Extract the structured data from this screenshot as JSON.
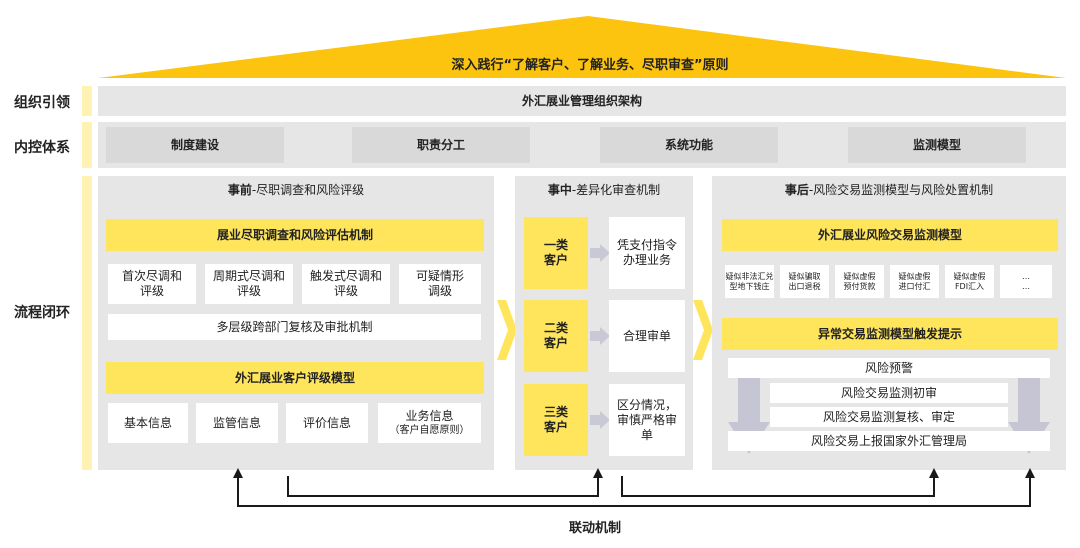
{
  "roof": {
    "title": "深入践行“了解客户、了解业务、尽职审查”原则"
  },
  "rows": {
    "org": {
      "label": "组织引领",
      "content": "外汇展业管理组织架构"
    },
    "control": {
      "label": "内控体系",
      "items": [
        "制度建设",
        "职责分工",
        "系统功能",
        "监测模型"
      ]
    },
    "process": {
      "label": "流程闭环"
    }
  },
  "pre": {
    "title_bold": "事前",
    "title_rest": "-尽职调查和风险评级",
    "mechanism": "展业尽职调查和风险评估机制",
    "dd_items": [
      {
        "l1": "首次尽调和",
        "l2": "评级"
      },
      {
        "l1": "周期式尽调和",
        "l2": "评级"
      },
      {
        "l1": "触发式尽调和",
        "l2": "评级"
      },
      {
        "l1": "可疑情形",
        "l2": "调级"
      }
    ],
    "multi_review": "多层级跨部门复核及审批机制",
    "rating_model": "外汇展业客户评级模型",
    "info_items": [
      "基本信息",
      "监管信息",
      "评价信息"
    ],
    "business_info": {
      "l1": "业务信息",
      "l2": "（客户自愿原则）"
    }
  },
  "mid": {
    "title_bold": "事中",
    "title_rest": "-差异化审查机制",
    "rows": [
      {
        "class_l1": "一类",
        "class_l2": "客户",
        "lines": [
          "凭支付指令",
          "办理业务"
        ]
      },
      {
        "class_l1": "二类",
        "class_l2": "客户",
        "lines": [
          "合理审单"
        ]
      },
      {
        "class_l1": "三类",
        "class_l2": "客户",
        "lines": [
          "区分情况，",
          "审慎严格审",
          "单"
        ]
      }
    ]
  },
  "post": {
    "title_bold": "事后",
    "title_rest": "-风险交易监测模型与风险处置机制",
    "monitor_model": "外汇展业风险交易监测模型",
    "small_items": [
      {
        "l1": "疑似非法汇兑",
        "l2": "型地下钱庄"
      },
      {
        "l1": "疑似骗取",
        "l2": "出口退税"
      },
      {
        "l1": "疑似虚假",
        "l2": "预付货款"
      },
      {
        "l1": "疑似虚假",
        "l2": "进口付汇"
      },
      {
        "l1": "疑似虚假",
        "l2": "FDI汇入"
      },
      {
        "l1": "…",
        "l2": "…"
      }
    ],
    "alert_title": "异常交易监测模型触发提示",
    "steps": [
      "风险预警",
      "风险交易监测初审",
      "风险交易监测复核、审定",
      "风险交易上报国家外汇管理局"
    ]
  },
  "linkage": {
    "label": "联动机制"
  },
  "colors": {
    "yellow": "#ffe55c",
    "roof": "#fcc40e",
    "gray": "#e6e6e6",
    "arrow": "#1a1a1a"
  }
}
